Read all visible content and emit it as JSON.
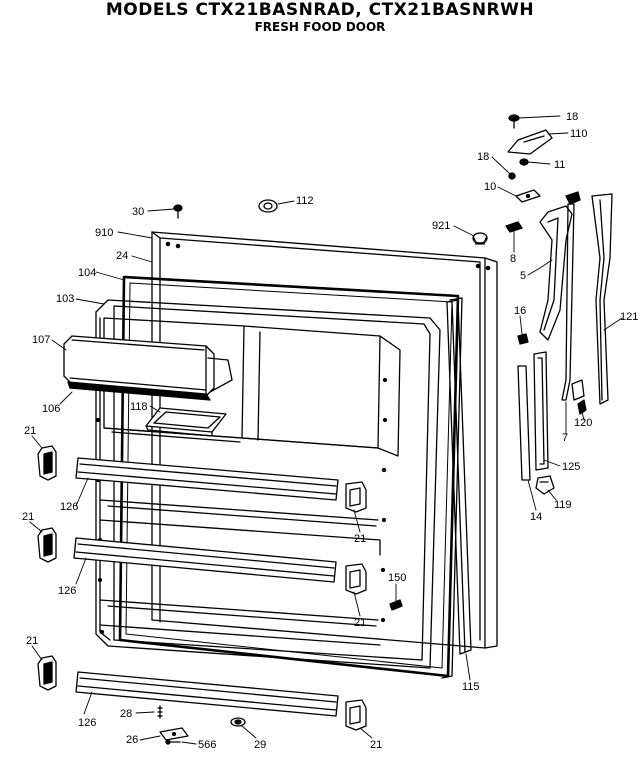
{
  "title": "MODELS CTX21BASNRAD, CTX21BASNRWH",
  "subtitle": "FRESH FOOD DOOR",
  "callouts": [
    {
      "id": "c18a",
      "text": "18"
    },
    {
      "id": "c110",
      "text": "110"
    },
    {
      "id": "c18b",
      "text": "18"
    },
    {
      "id": "c11",
      "text": "11"
    },
    {
      "id": "c10",
      "text": "10"
    },
    {
      "id": "c112",
      "text": "112"
    },
    {
      "id": "c30",
      "text": "30"
    },
    {
      "id": "c921",
      "text": "921"
    },
    {
      "id": "c910",
      "text": "910"
    },
    {
      "id": "c8",
      "text": "8"
    },
    {
      "id": "c24",
      "text": "24"
    },
    {
      "id": "c104",
      "text": "104"
    },
    {
      "id": "c5",
      "text": "5"
    },
    {
      "id": "c103",
      "text": "103"
    },
    {
      "id": "c16",
      "text": "16"
    },
    {
      "id": "c121",
      "text": "121"
    },
    {
      "id": "c107",
      "text": "107"
    },
    {
      "id": "c106",
      "text": "106"
    },
    {
      "id": "c118",
      "text": "118"
    },
    {
      "id": "c120",
      "text": "120"
    },
    {
      "id": "c7",
      "text": "7"
    },
    {
      "id": "c21a",
      "text": "21"
    },
    {
      "id": "c125",
      "text": "125"
    },
    {
      "id": "c126a",
      "text": "126"
    },
    {
      "id": "c119",
      "text": "119"
    },
    {
      "id": "c14",
      "text": "14"
    },
    {
      "id": "c21b",
      "text": "21"
    },
    {
      "id": "c21c",
      "text": "21"
    },
    {
      "id": "c150",
      "text": "150"
    },
    {
      "id": "c126b",
      "text": "126"
    },
    {
      "id": "c21d",
      "text": "21"
    },
    {
      "id": "c21e",
      "text": "21"
    },
    {
      "id": "c115",
      "text": "115"
    },
    {
      "id": "c126c",
      "text": "126"
    },
    {
      "id": "c28",
      "text": "28"
    },
    {
      "id": "c26",
      "text": "26"
    },
    {
      "id": "c566",
      "text": "566"
    },
    {
      "id": "c29",
      "text": "29"
    },
    {
      "id": "c21f",
      "text": "21"
    }
  ]
}
